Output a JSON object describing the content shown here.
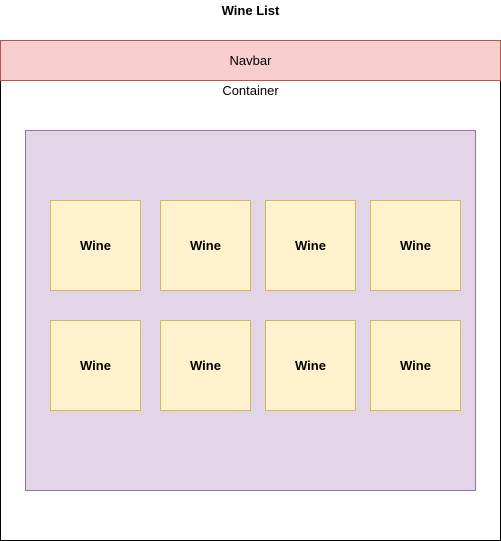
{
  "diagram": {
    "title": "Wine List",
    "navbar_label": "Navbar",
    "container_label": "Container",
    "cards": [
      {
        "label": "Wine"
      },
      {
        "label": "Wine"
      },
      {
        "label": "Wine"
      },
      {
        "label": "Wine"
      },
      {
        "label": "Wine"
      },
      {
        "label": "Wine"
      },
      {
        "label": "Wine"
      },
      {
        "label": "Wine"
      }
    ],
    "colors": {
      "navbar_fill": "#f8cecc",
      "navbar_border": "#b85450",
      "panel_fill": "#e1d5e7",
      "panel_border": "#9673a6",
      "card_fill": "#fff2cc",
      "card_border": "#d6b656"
    }
  }
}
